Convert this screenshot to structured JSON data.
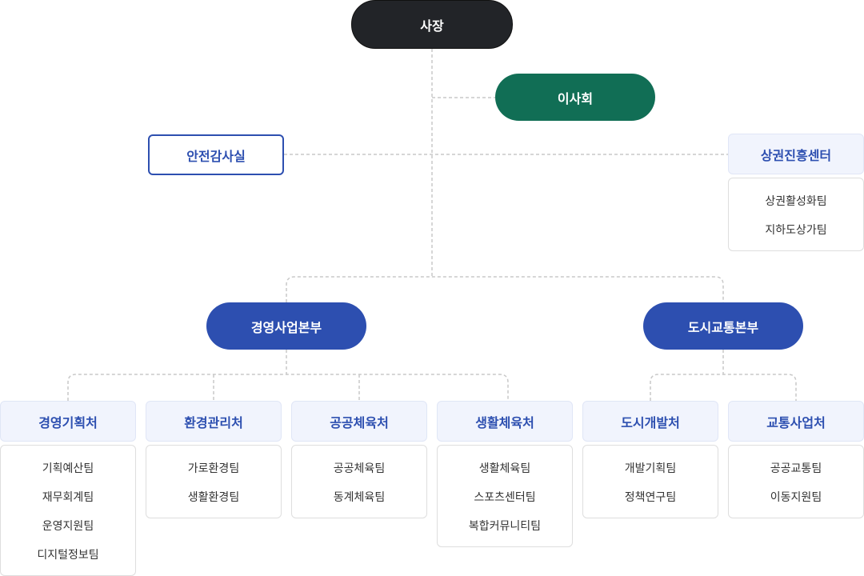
{
  "ceo": "사장",
  "board": "이사회",
  "audit_office": "안전감사실",
  "center": {
    "title": "상권진흥센터",
    "teams": [
      "상권활성화팀",
      "지하도상가팀"
    ]
  },
  "divisions": [
    {
      "title": "경영사업본부",
      "depts": [
        {
          "title": "경영기획처",
          "teams": [
            "기획예산팀",
            "재무회계팀",
            "운영지원팀",
            "디지털정보팀"
          ]
        },
        {
          "title": "환경관리처",
          "teams": [
            "가로환경팀",
            "생활환경팀"
          ]
        },
        {
          "title": "공공체육처",
          "teams": [
            "공공체육팀",
            "동계체육팀"
          ]
        },
        {
          "title": "생활체육처",
          "teams": [
            "생활체육팀",
            "스포츠센터팀",
            "복합커뮤니티팀"
          ]
        }
      ]
    },
    {
      "title": "도시교통본부",
      "depts": [
        {
          "title": "도시개발처",
          "teams": [
            "개발기획팀",
            "정책연구팀"
          ]
        },
        {
          "title": "교통사업처",
          "teams": [
            "공공교통팀",
            "이동지원팀"
          ]
        }
      ]
    }
  ]
}
